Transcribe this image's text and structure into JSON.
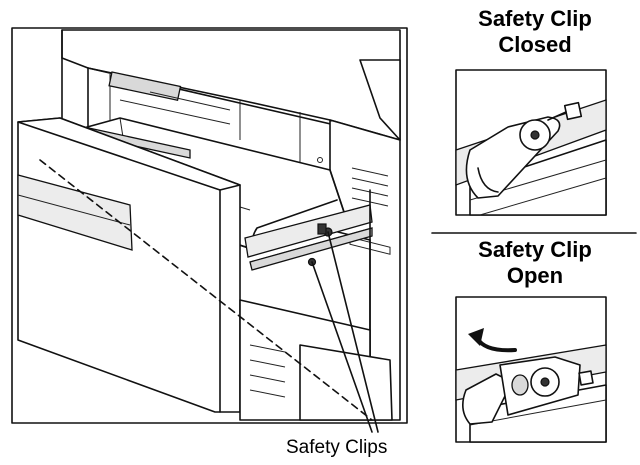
{
  "insets": [
    {
      "title_line1": "Safety Clip",
      "title_line2": "Closed",
      "state": "closed"
    },
    {
      "title_line1": "Safety Clip",
      "title_line2": "Open",
      "state": "open"
    }
  ],
  "callout": {
    "label": "Safety Clips"
  },
  "icons": {
    "open_direction": "curved-arrow-up-icon"
  }
}
